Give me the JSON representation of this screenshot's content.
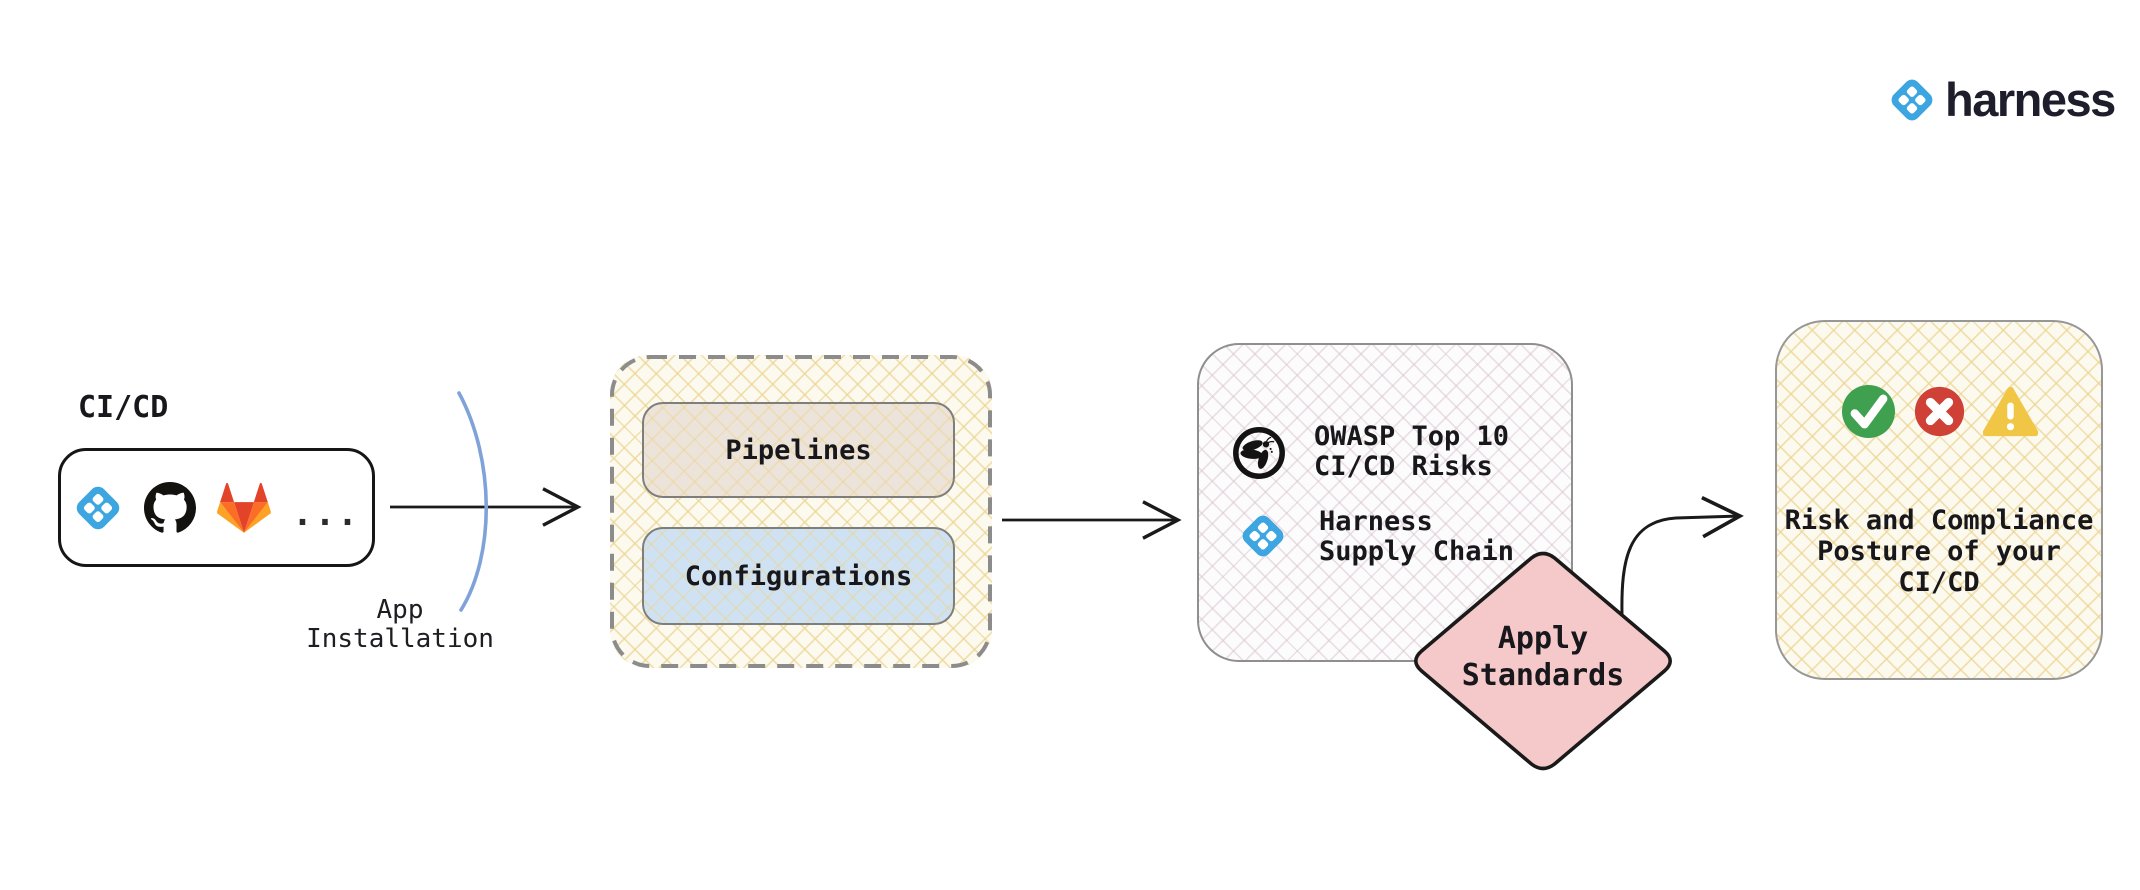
{
  "brand": {
    "name": "harness"
  },
  "cicd": {
    "label": "CI/CD",
    "source_icons": [
      "harness",
      "github",
      "gitlab"
    ],
    "more_icon": "..."
  },
  "app_installation": {
    "line1": "App",
    "line2": "Installation"
  },
  "group": {
    "pipelines_label": "Pipelines",
    "configurations_label": "Configurations"
  },
  "standards_box": {
    "items": [
      {
        "icon": "owasp-icon",
        "line1": "OWASP Top 10",
        "line2": "CI/CD Risks"
      },
      {
        "icon": "harness-icon",
        "line1": "Harness",
        "line2": "Supply Chain"
      }
    ]
  },
  "apply_standards": {
    "line1": "Apply",
    "line2": "Standards"
  },
  "result_box": {
    "status_icons": [
      "check",
      "cross",
      "warning"
    ],
    "lines": [
      "Risk and Compliance",
      "Posture of your",
      "CI/CD"
    ]
  },
  "colors": {
    "harness_blue": "#3da5e0",
    "diamond_pink": "#f5c9c9",
    "pipelines_tan": "#ece4da",
    "configurations_blue": "#cfe2f4",
    "check_green": "#3fa050",
    "cross_red": "#cf4036",
    "warning_yellow": "#f0c644",
    "arc_blue": "#7fa3d9"
  }
}
